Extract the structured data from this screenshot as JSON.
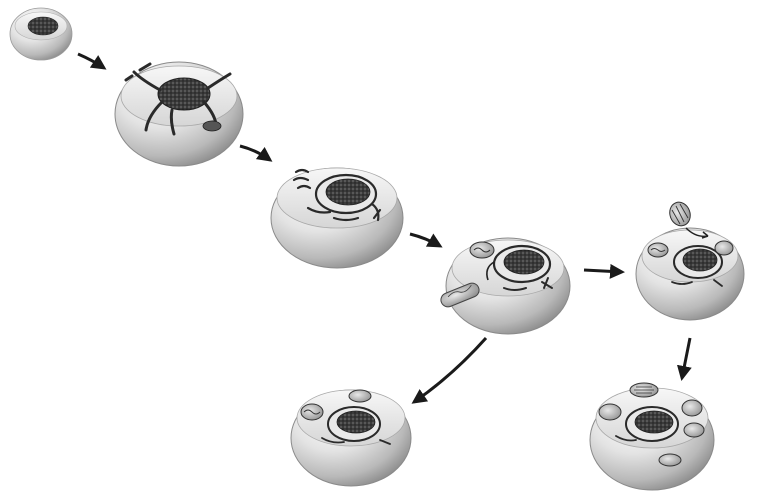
{
  "diagram": {
    "stages": [
      {
        "id": "stage-1",
        "label": "",
        "features": [
          "nucleus"
        ]
      },
      {
        "id": "stage-2",
        "label": "",
        "features": [
          "nucleus",
          "nuclear-membrane-extensions"
        ]
      },
      {
        "id": "stage-3",
        "label": "",
        "features": [
          "nucleus",
          "nuclear-envelope",
          "endomembrane-folds"
        ]
      },
      {
        "id": "stage-4",
        "label": "",
        "features": [
          "nucleus",
          "nuclear-envelope",
          "engulfed-mitochondrion",
          "incoming-bacterium"
        ]
      },
      {
        "id": "stage-5",
        "label": "",
        "features": [
          "nucleus",
          "nuclear-envelope",
          "mitochondria",
          "incoming-cyanobacterium"
        ]
      },
      {
        "id": "stage-6",
        "label": "",
        "features": [
          "nucleus",
          "nuclear-envelope",
          "mitochondria"
        ]
      },
      {
        "id": "stage-7",
        "label": "",
        "features": [
          "nucleus",
          "nuclear-envelope",
          "mitochondria",
          "chloroplasts"
        ]
      }
    ],
    "arrows": [
      {
        "from": "stage-1",
        "to": "stage-2"
      },
      {
        "from": "stage-2",
        "to": "stage-3"
      },
      {
        "from": "stage-3",
        "to": "stage-4"
      },
      {
        "from": "stage-4",
        "to": "stage-5"
      },
      {
        "from": "stage-4",
        "to": "stage-6"
      },
      {
        "from": "stage-5",
        "to": "stage-7"
      }
    ],
    "colors": {
      "cell_light": "#f2f2f2",
      "cell_mid": "#cfcfcf",
      "cell_dark": "#8a8a8a",
      "nucleus": "#3a3a3a",
      "arrow": "#1a1a1a"
    }
  }
}
